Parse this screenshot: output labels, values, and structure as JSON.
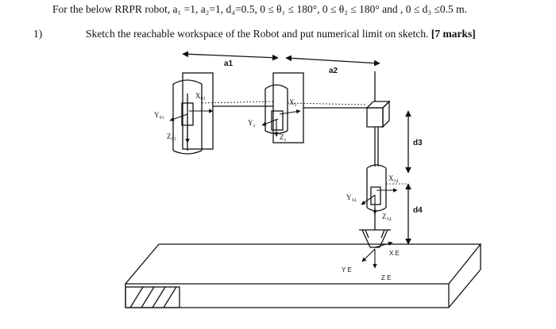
{
  "question": {
    "header": "For the below RRPR robot, a₁ =1, a₂=1, d₄=0.5, 0 ≤ θ₁ ≤ 180°, 0 ≤ θ₂ ≤ 180° and , 0  ≤ d₃ ≤0.5 m.",
    "number": "1)",
    "text": "Sketch the reachable workspace of the Robot and put numerical limit on sketch.",
    "marks": "[7 marks]"
  },
  "figure": {
    "labels": {
      "a1": "a1",
      "a2": "a2",
      "d3": "d3",
      "d4": "d4",
      "x01": "X₀₁",
      "y01": "Y₀₁",
      "z01": "Z₀₁",
      "x2": "X₂",
      "y2": "Y₂",
      "z2": "Z₂",
      "x34": "X₃₄",
      "y34": "Y₃₄",
      "z34": "Z₃₄",
      "xe": "X E",
      "ye": "Y E",
      "ze": "Z E"
    }
  }
}
